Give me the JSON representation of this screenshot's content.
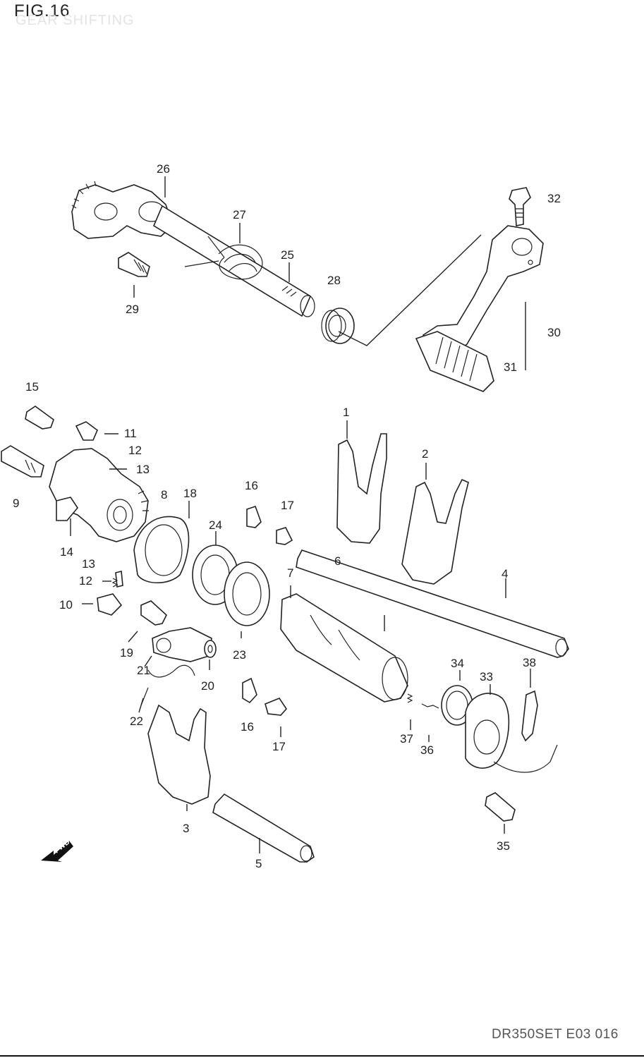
{
  "figure": {
    "title": "FIG.16",
    "subtitle": "GEAR SHIFTING",
    "footer_code": "DR350SET E03 016"
  },
  "fwd_arrow": {
    "label": "FWD"
  },
  "callouts": [
    "1",
    "2",
    "3",
    "4",
    "5",
    "6",
    "7",
    "8",
    "9",
    "10",
    "11",
    "12",
    "12",
    "13",
    "13",
    "14",
    "15",
    "16",
    "16",
    "17",
    "17",
    "18",
    "19",
    "20",
    "21",
    "22",
    "23",
    "24",
    "25",
    "26",
    "27",
    "28",
    "29",
    "30",
    "31",
    "32",
    "33",
    "34",
    "35",
    "36",
    "37",
    "38"
  ],
  "colors": {
    "line": "#222222",
    "background": "#ffffff",
    "faded_text": "#e4e4e4"
  }
}
